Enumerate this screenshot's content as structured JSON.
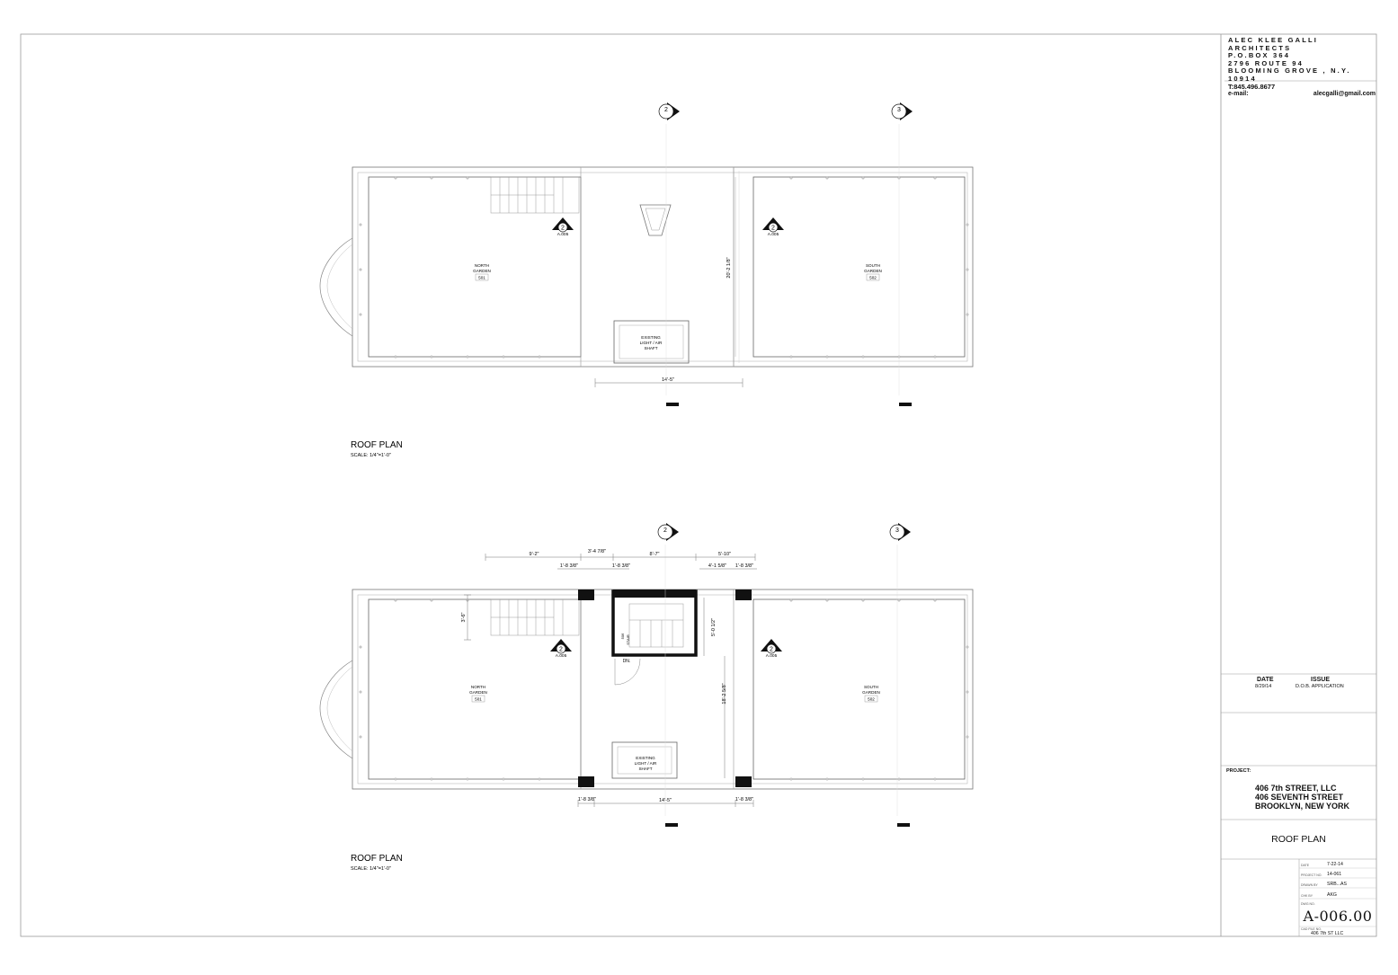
{
  "architect": {
    "line1": "ALEC KLEE GALLI ARCHITECTS",
    "line2": "P.O.BOX 364",
    "line3": "2796 ROUTE 94",
    "line4": "BLOOMING GROVE , N.Y.  10914",
    "phone": "T:845.496.8677",
    "email_label": "e-mail:",
    "email": "alecgalli@gmail.com"
  },
  "revisions": {
    "date_header": "DATE",
    "issue_header": "ISSUE",
    "rows": [
      {
        "date": "8/29/14",
        "issue": "D.O.B. APPLICATION"
      }
    ]
  },
  "project": {
    "label": "PROJECT:",
    "line1": "406 7th STREET, LLC",
    "line2": "406 SEVENTH STREET",
    "line3": "BROOKLYN, NEW YORK"
  },
  "sheet_title": "ROOF PLAN",
  "info": {
    "date_label": "DATE",
    "date": "7-22-14",
    "project_no_label": "PROJECT NO.",
    "project_no": "14-061",
    "drawn_by_label": "DRAWN BY",
    "drawn_by": "SRB...AS",
    "chk_by_label": "CHK BY",
    "chk_by": "AKG",
    "dwg_no_label": "DWG NO.",
    "dwg_no": "A-006.00",
    "cad_file_label": "CAD FILE NO.",
    "cad_file": "406 7th ST LLC"
  },
  "plan_top": {
    "title": "ROOF PLAN",
    "scale": "SCALE: 1/4\"=1'-0\"",
    "north_room": {
      "name1": "NORTH",
      "name2": "GARDEN",
      "number": "501"
    },
    "south_room": {
      "name1": "SOUTH",
      "name2": "GARDEN",
      "number": "502"
    },
    "shaft": {
      "l1": "EXISTING",
      "l2": "LIGHT / AIR",
      "l3": "SHAFT"
    },
    "dim_width": "14'-5\"",
    "dim_vertical": "20'-2 1/8\"",
    "grid_2": "2",
    "grid_3": "3",
    "section_num": "2",
    "section_sheet": "A.005"
  },
  "plan_bottom": {
    "title": "ROOF PLAN",
    "scale": "SCALE: 1/4\"=1'-0\"",
    "north_room": {
      "name1": "NORTH",
      "name2": "GARDEN",
      "number": "501"
    },
    "south_room": {
      "name1": "SOUTH",
      "name2": "GARDEN",
      "number": "502"
    },
    "shaft": {
      "l1": "EXISTING",
      "l2": "LIGHT / AIR",
      "l3": "SHAFT"
    },
    "bulkhead": {
      "l1": "506",
      "l2": "STAIR"
    },
    "down_label": "DN.",
    "grid_2": "2",
    "grid_3": "3",
    "section_num": "2",
    "section_sheet": "A.005",
    "dims": {
      "d_9_2": "9'-2\"",
      "d_3_4": "3'-4 7/8\"",
      "d_8_7": "8'-7\"",
      "d_5_10": "5'-10\"",
      "d_1_8a": "1'-8 3/8\"",
      "d_1_8b": "1'-8 3/8\"",
      "d_4_1": "4'-1 5/8\"",
      "d_1_8c": "1'-8 3/8\"",
      "d_3_6": "3'-6\"",
      "d_5_0": "5'-0 1/2\"",
      "d_18_2": "18'-2 5/8\"",
      "d_1_8d": "1'-8 3/8\"",
      "d_14_5": "14'-5\"",
      "d_1_8e": "1'-8 3/8\""
    }
  }
}
